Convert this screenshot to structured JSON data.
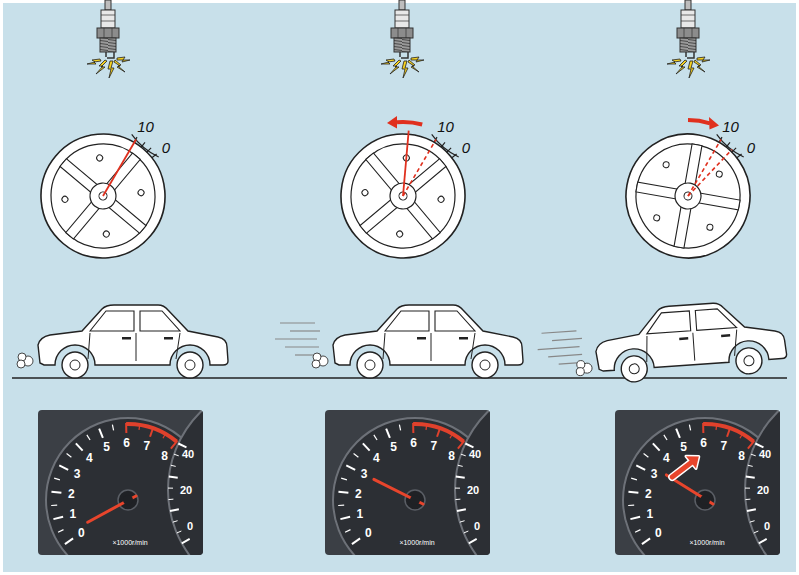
{
  "diagram": {
    "labels": [
      "10",
      "0",
      "0",
      "1",
      "2",
      "3",
      "4",
      "5",
      "6",
      "7",
      "8",
      "×1000r/min",
      "40",
      "20",
      "0",
      "10",
      "0",
      "0",
      "1",
      "2",
      "3",
      "4",
      "5",
      "6",
      "7",
      "8",
      "×1000r/min",
      "40",
      "20",
      "0",
      "10",
      "0",
      "0",
      "1",
      "2",
      "3",
      "4",
      "5",
      "6",
      "7",
      "8",
      "×1000r/min",
      "40",
      "20",
      "0"
    ]
  }
}
